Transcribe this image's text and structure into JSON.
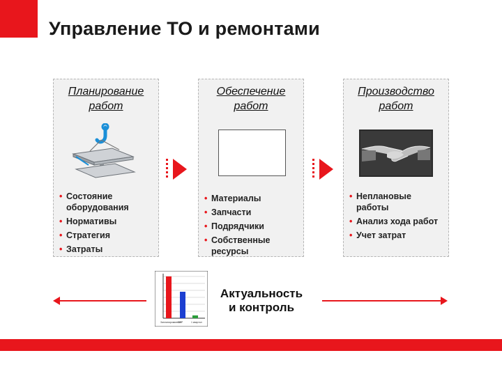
{
  "slide": {
    "title": "Управление ТО и ремонтами",
    "accent_color": "#e8161c"
  },
  "columns": [
    {
      "title": "Планирование работ",
      "image": "crane-hook-beam-illustration",
      "bullets": [
        "Состояние оборудования",
        "Нормативы",
        "Стратегия",
        "Затраты"
      ]
    },
    {
      "title": "Обеспечение работ",
      "image": "empty-picture-frame",
      "bullets": [
        "Материалы",
        "Запчасти",
        "Подрядчики",
        "Собственные ресурсы"
      ]
    },
    {
      "title": "Производство работ",
      "image": "handshake-photo",
      "bullets": [
        "Неплановые работы",
        "Анализ хода работ",
        "Учет затрат"
      ]
    }
  ],
  "footer": {
    "caption_line1": "Актуальность",
    "caption_line2": "и контроль",
    "chart_icon": "bar-chart-thumbnail",
    "chart_tick_labels": [
      "Запланированные",
      "ППР",
      "1 квартал"
    ]
  }
}
